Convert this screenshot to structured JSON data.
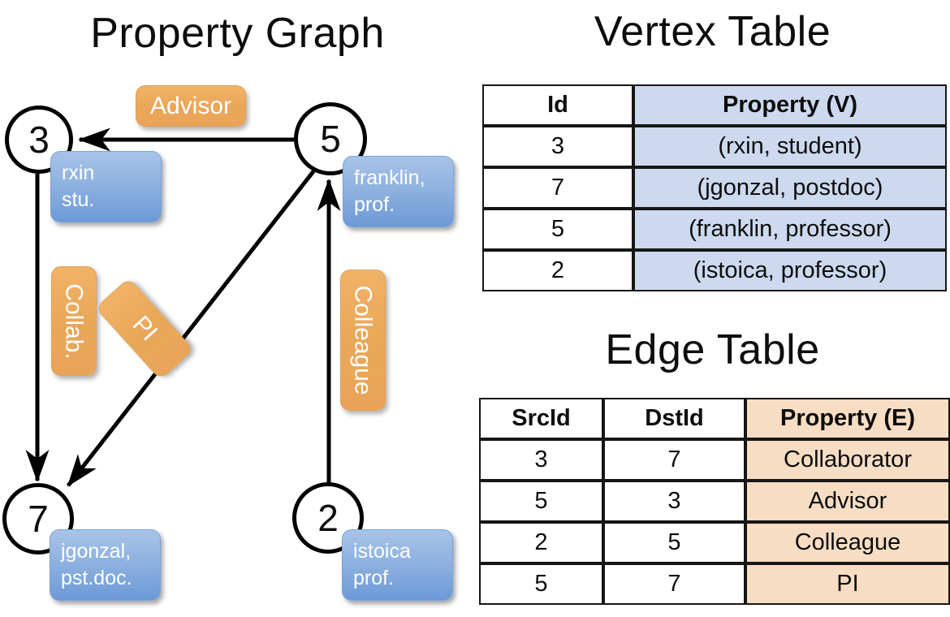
{
  "titles": {
    "property_graph": "Property Graph",
    "vertex_table": "Vertex Table",
    "edge_table": "Edge Table"
  },
  "graph": {
    "vertices": [
      {
        "id": "3",
        "property_label": "rxin\nstu.",
        "line1": "rxin",
        "line2": "stu."
      },
      {
        "id": "5",
        "property_label": "franklin,\nprof.",
        "line1": "franklin,",
        "line2": "prof."
      },
      {
        "id": "7",
        "property_label": "jgonzal,\npst.doc.",
        "line1": "jgonzal,",
        "line2": "pst.doc."
      },
      {
        "id": "2",
        "property_label": "istoica\nprof.",
        "line1": "istoica",
        "line2": "prof."
      }
    ],
    "edge_labels": {
      "advisor": "Advisor",
      "collab": "Collab.",
      "pi": "PI",
      "colleague": "Colleague"
    },
    "edges": [
      {
        "src": "5",
        "dst": "3",
        "label": "Advisor"
      },
      {
        "src": "3",
        "dst": "7",
        "label": "Collab."
      },
      {
        "src": "5",
        "dst": "7",
        "label": "PI"
      },
      {
        "src": "2",
        "dst": "5",
        "label": "Colleague"
      }
    ]
  },
  "vertex_table": {
    "headers": [
      "Id",
      "Property (V)"
    ],
    "rows": [
      {
        "id": "3",
        "property": "(rxin, student)"
      },
      {
        "id": "7",
        "property": "(jgonzal, postdoc)"
      },
      {
        "id": "5",
        "property": "(franklin, professor)"
      },
      {
        "id": "2",
        "property": "(istoica, professor)"
      }
    ]
  },
  "edge_table": {
    "headers": [
      "SrcId",
      "DstId",
      "Property (E)"
    ],
    "rows": [
      {
        "src": "3",
        "dst": "7",
        "property": "Collaborator"
      },
      {
        "src": "5",
        "dst": "3",
        "property": "Advisor"
      },
      {
        "src": "2",
        "dst": "5",
        "property": "Colleague"
      },
      {
        "src": "5",
        "dst": "7",
        "property": "PI"
      }
    ]
  },
  "colors": {
    "vertex_property_fill": "#8fb2e0",
    "edge_label_fill": "#eaa758",
    "vertex_table_property_fill": "#ccd9ee",
    "edge_table_property_fill": "#f7ddc3",
    "stroke": "#000000",
    "background": "#ffffff"
  }
}
